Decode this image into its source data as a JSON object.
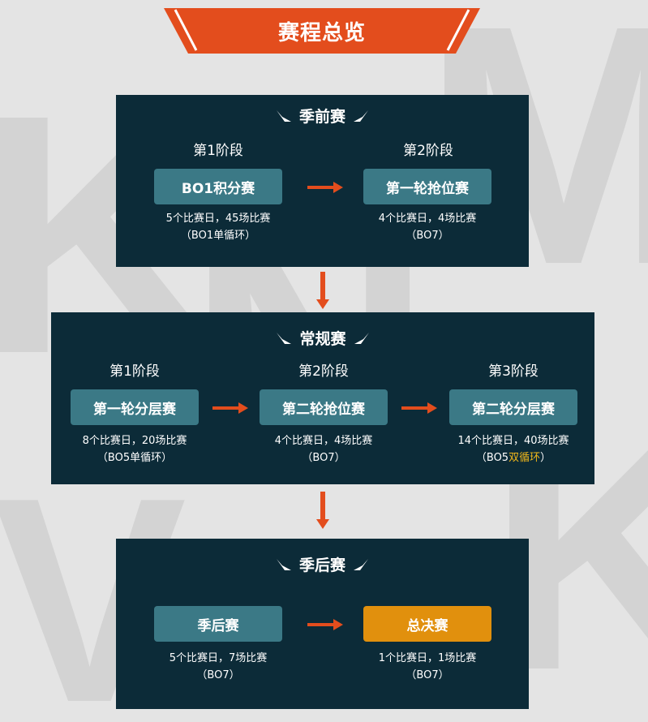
{
  "header": {
    "title": "赛程总览"
  },
  "colors": {
    "panel": "#0c2b38",
    "button": "#3b7986",
    "final_button": "#e1900d",
    "accent": "#e34d1d",
    "highlight": "#f1b81b"
  },
  "preseason": {
    "title": "季前赛",
    "stages": [
      {
        "label": "第1阶段",
        "button": "BO1积分赛",
        "info1": "5个比赛日，45场比赛",
        "info2": "（BO1单循环）"
      },
      {
        "label": "第2阶段",
        "button": "第一轮抢位赛",
        "info1": "4个比赛日，4场比赛",
        "info2": "（BO7）"
      }
    ]
  },
  "regular": {
    "title": "常规赛",
    "stages": [
      {
        "label": "第1阶段",
        "button": "第一轮分层赛",
        "info1": "8个比赛日，20场比赛",
        "info2": "（BO5单循环）"
      },
      {
        "label": "第2阶段",
        "button": "第二轮抢位赛",
        "info1": "4个比赛日，4场比赛",
        "info2": "（BO7）"
      },
      {
        "label": "第3阶段",
        "button": "第二轮分层赛",
        "info1": "14个比赛日，40场比赛",
        "info2_prefix": "（BO5",
        "info2_highlight": "双循环",
        "info2_suffix": "）"
      }
    ]
  },
  "postseason": {
    "title": "季后赛",
    "stages": [
      {
        "button": "季后赛",
        "info1": "5个比赛日，7场比赛",
        "info2": "（BO7）"
      },
      {
        "button": "总决赛",
        "info1": "1个比赛日，1场比赛",
        "info2": "（BO7）"
      }
    ]
  }
}
